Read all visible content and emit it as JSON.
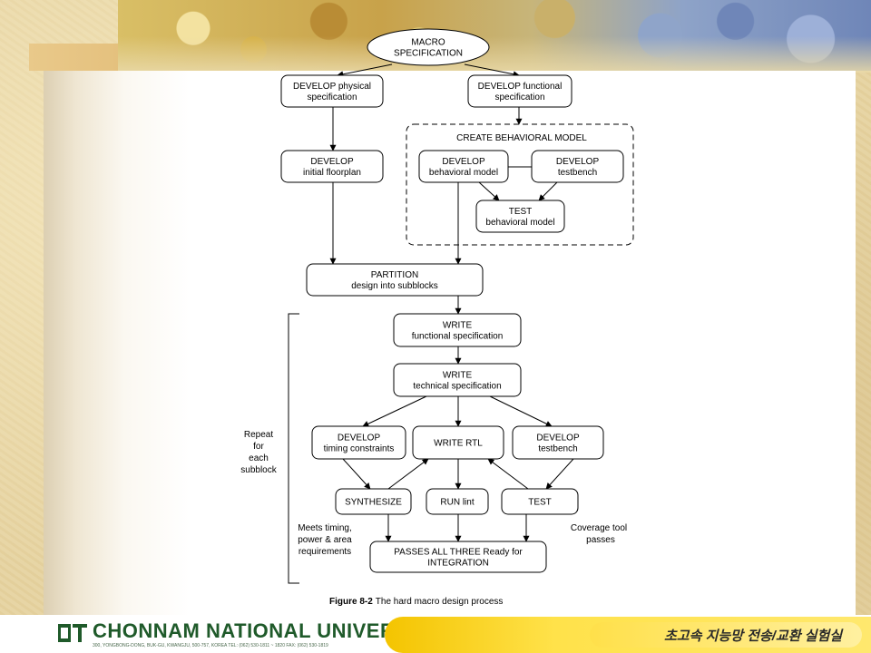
{
  "nodes": {
    "macro_spec": [
      "MACRO",
      "SPECIFICATION"
    ],
    "develop_physical": [
      "DEVELOP physical",
      "specification"
    ],
    "develop_functional": [
      "DEVELOP functional",
      "specification"
    ],
    "create_behavioral_group": "CREATE BEHAVIORAL MODEL",
    "develop_floorplan": [
      "DEVELOP",
      "initial floorplan"
    ],
    "develop_behavioral": [
      "DEVELOP",
      "behavioral model"
    ],
    "develop_testbench_top": [
      "DEVELOP",
      "testbench"
    ],
    "test_behavioral": [
      "TEST",
      "behavioral model"
    ],
    "partition": [
      "PARTITION",
      "design into subblocks"
    ],
    "write_functional": [
      "WRITE",
      "functional specification"
    ],
    "write_technical": [
      "WRITE",
      "technical specification"
    ],
    "develop_timing": [
      "DEVELOP",
      "timing constraints"
    ],
    "write_rtl": [
      "WRITE RTL"
    ],
    "develop_testbench_bottom": [
      "DEVELOP",
      "testbench"
    ],
    "synthesize": [
      "SYNTHESIZE"
    ],
    "run_lint": [
      "RUN lint"
    ],
    "test": [
      "TEST"
    ],
    "passes_all_three": [
      "PASSES ALL THREE Ready for",
      "INTEGRATION"
    ]
  },
  "annotations": {
    "repeat": [
      "Repeat",
      "for",
      "each",
      "subblock"
    ],
    "meets_timing": [
      "Meets timing,",
      "power & area",
      "requirements"
    ],
    "coverage": [
      "Coverage tool",
      "passes"
    ]
  },
  "caption": {
    "label": "Figure 8-2",
    "text": "The hard macro design process"
  },
  "footer": {
    "university": "CHONNAM NATIONAL UNIVERSITY",
    "address": "300, YONGBONG-DONG, BUK-GU, KWANGJU, 500-757, KOREA  TEL: (062) 530-1811 ~ 1820  FAX: (062) 530-1819",
    "lab": "초고속 지능망 전송/교환 실험실"
  },
  "colors": {
    "university_green": "#1f5a2a",
    "lab_yellow": "#ffe24a",
    "diagram_stroke": "#000000"
  }
}
